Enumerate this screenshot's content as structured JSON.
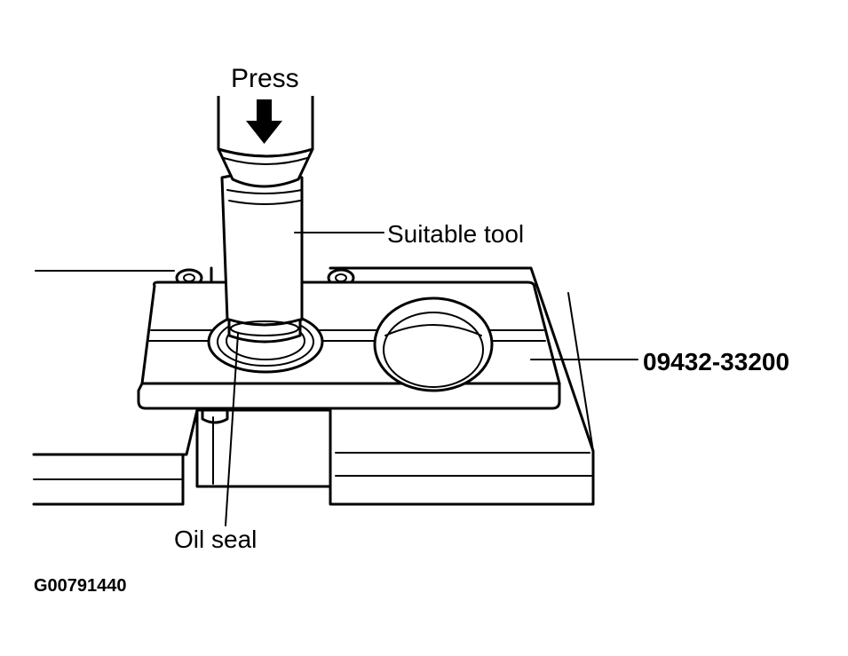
{
  "labels": {
    "press": "Press",
    "suitable_tool": "Suitable tool",
    "special_tool": "09432-33200",
    "oil_seal": "Oil seal",
    "figure_code": "G00791440"
  },
  "colors": {
    "ink": "#000000",
    "paper": "#ffffff"
  },
  "icons": {
    "press_direction": "arrow-down-icon"
  }
}
